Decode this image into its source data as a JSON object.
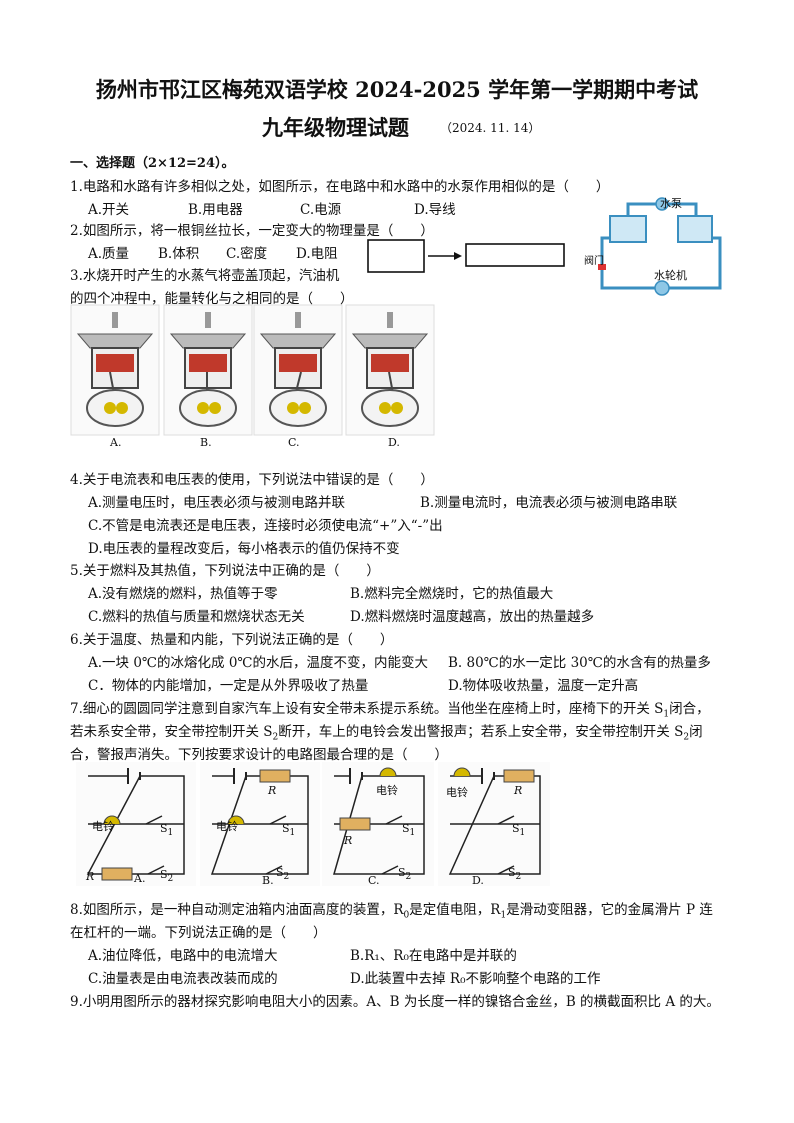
{
  "header": {
    "title": "扬州市邗江区梅苑双语学校 2024-2025 学年第一学期期中考试",
    "subtitle": "九年级物理试题",
    "date": "（2024. 11. 14）"
  },
  "section1": {
    "heading": "一、选择题（2×12=24）。"
  },
  "q1": {
    "stem": "1.电路和水路有许多相似之处，如图所示，在电路中和水路中的水泵作用相似的是（　　）",
    "options": [
      "A.开关",
      "B.用电器",
      "C.电源",
      "D.导线"
    ]
  },
  "q2": {
    "stem": "2.如图所示，将一根铜丝拉长，一定变大的物理量是（　　）",
    "options": [
      "A.质量",
      "B.体积",
      "C.密度",
      "D.电阻"
    ]
  },
  "q3": {
    "stem_line1": "3.水烧开时产生的水蒸气将壶盖顶起，汽油机",
    "stem_line2": "的四个冲程中，能量转化与之相同的是（　　）",
    "figure_labels": [
      "A.",
      "B.",
      "C.",
      "D."
    ]
  },
  "water_fig": {
    "pump_label": "水泵",
    "valve_label": "阀门",
    "turbine_label": "水轮机"
  },
  "q4": {
    "stem": "4.关于电流表和电压表的使用，下列说法中错误的是（　　）",
    "options": [
      "A.测量电压时，电压表必须与被测电路并联",
      "B.测量电流时，电流表必须与被测电路串联",
      "C.不管是电流表还是电压表，连接时必须使电流“+”入“-”出",
      "D.电压表的量程改变后，每小格表示的值仍保持不变"
    ]
  },
  "q5": {
    "stem": "5.关于燃料及其热值，下列说法中正确的是（　　）",
    "options": [
      "A.没有燃烧的燃料，热值等于零",
      "B.燃料完全燃烧时，它的热值最大",
      "C.燃料的热值与质量和燃烧状态无关",
      "D.燃料燃烧时温度越高，放出的热量越多"
    ]
  },
  "q6": {
    "stem": "6.关于温度、热量和内能，下列说法正确的是（　　）",
    "options": [
      "A.一块 0℃的冰熔化成 0℃的水后，温度不变，内能变大",
      "B. 80℃的水一定比 30℃的水含有的热量多",
      "C．物体的内能增加，一定是从外界吸收了热量",
      "D.物体吸收热量，温度一定升高"
    ]
  },
  "q7": {
    "line1_a": "7.细心的圆圆同学注意到自家汽车上设有安全带未系提示系统。当他坐在座椅上时，座椅下的开关 S",
    "line1_sub": "1",
    "line1_b": "闭合，",
    "line2_a": "若未系安全带，安全带控制开关 S",
    "line2_sub": "2",
    "line2_b": "断开，车上的电铃会发出警报声；若系上安全带，安全带控制开关 S",
    "line2_sub2": "2",
    "line2_c": "闭",
    "line3": "合，警报声消失。下列按要求设计的电路图最合理的是（　　）",
    "figure_labels": [
      "A.",
      "B.",
      "C.",
      "D."
    ],
    "bell": "电铃",
    "r": "R",
    "s1": "S",
    "s2": "S",
    "one": "1",
    "two": "2"
  },
  "q8": {
    "line1_a": "8.如图所示，是一种自动测定油箱内油面高度的装置，R",
    "line1_sub0": "0",
    "line1_b": "是定值电阻，R",
    "line1_sub1": "1",
    "line1_c": "是滑动变阻器，它的金属滑片 P 连",
    "line2": "在杠杆的一端。下列说法正确的是（　　）",
    "options": [
      "A.油位降低，电路中的电流增大",
      "B.R₁、R₀在电路中是并联的",
      "C.油量表是由电流表改装而成的",
      "D.此装置中去掉 R₀不影响整个电路的工作"
    ]
  },
  "q9": {
    "stem": "9.小明用图所示的器材探究影响电阻大小的因素。A、B 为长度一样的镍铬合金丝，B 的横截面积比 A 的大。"
  }
}
